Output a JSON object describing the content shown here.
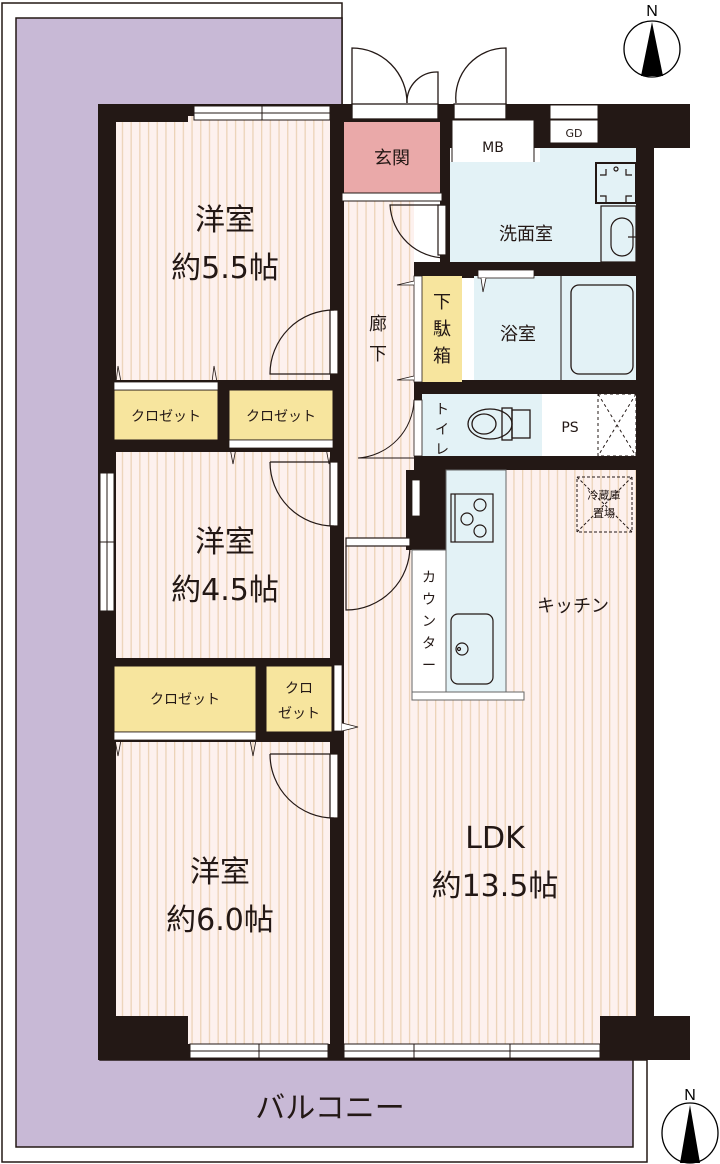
{
  "floorplan": {
    "colors": {
      "wall": "#231815",
      "floor": "#fdf1ee",
      "floor_stripe": "#ecd3b8",
      "balcony": "#c8b9d6",
      "entrance": "#eaa9a9",
      "closet": "#f7e59e",
      "wet_area": "#e3f2f6",
      "white": "#ffffff"
    },
    "rooms": {
      "western_room_1": {
        "name": "洋室",
        "area": "約5.5帖"
      },
      "western_room_2": {
        "name": "洋室",
        "area": "約4.5帖"
      },
      "western_room_3": {
        "name": "洋室",
        "area": "約6.0帖"
      },
      "ldk": {
        "name": "LDK",
        "area": "約13.5帖"
      },
      "kitchen": {
        "name": "キッチン"
      },
      "entrance": {
        "name": "玄関"
      },
      "hallway": {
        "name": "廊下"
      },
      "shoe_box": {
        "name": "下駄箱"
      },
      "washroom": {
        "name": "洗面室"
      },
      "bathroom": {
        "name": "浴室"
      },
      "toilet": {
        "name": "トイレ"
      },
      "counter": {
        "name": "カウンター"
      },
      "fridge_space": {
        "name": "冷蔵庫置場"
      },
      "balcony": {
        "name": "バルコニー"
      },
      "closet_1": {
        "name": "クロゼット"
      },
      "closet_2": {
        "name": "クロゼット"
      },
      "closet_3": {
        "name": "クロゼット"
      },
      "closet_4": {
        "name": "クロゼット"
      }
    },
    "fixtures": {
      "meter_box": "MB",
      "garbage_disposal": "GD",
      "pipe_space": "PS"
    },
    "compass": {
      "label": "N"
    }
  }
}
